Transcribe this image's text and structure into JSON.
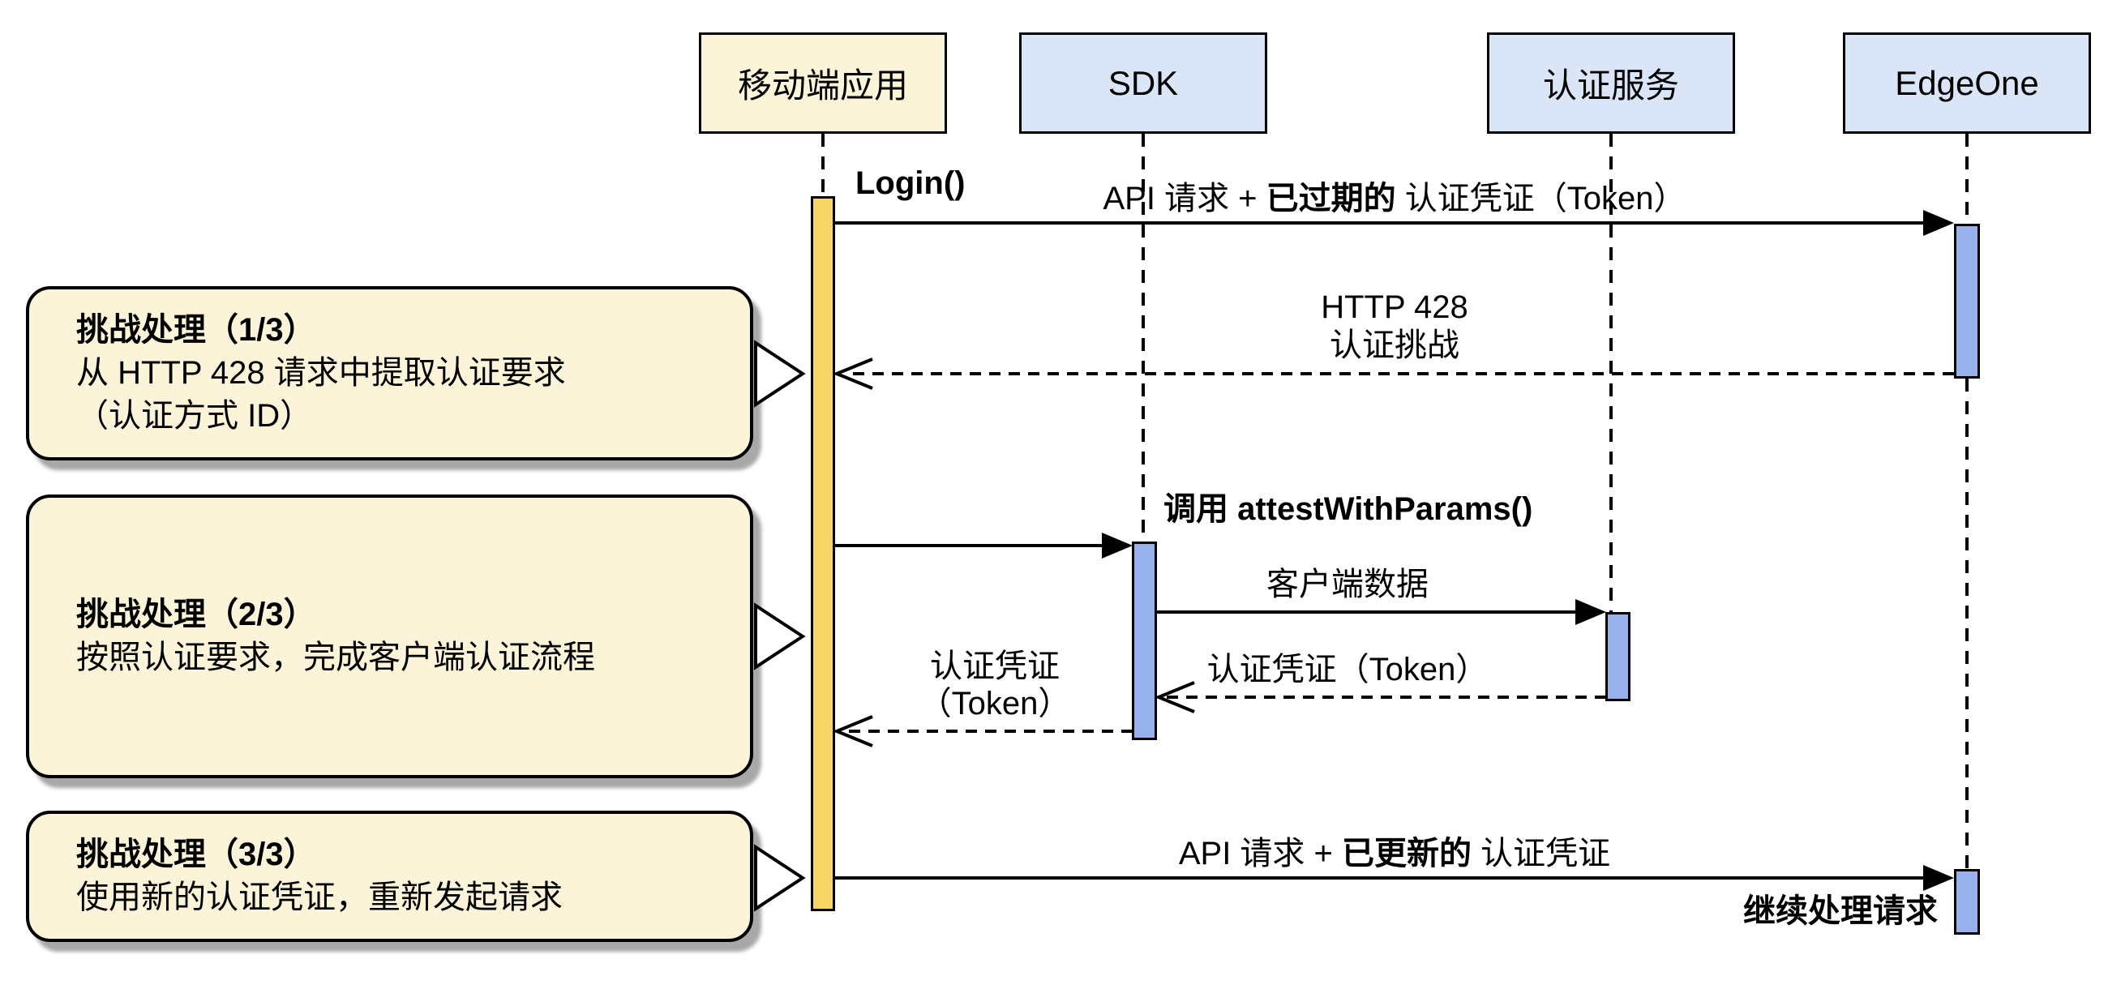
{
  "colors": {
    "cream": "#fcf4d8",
    "participant-blue": "#dbe5f8",
    "bar-blue": "#98b1ed",
    "bar-yellow": "#f6d466",
    "border-black": "#000000",
    "note-shadow": "#a8a8a8"
  },
  "participants": {
    "mobile": "移动端应用",
    "sdk": "SDK",
    "auth": "认证服务",
    "edgeone": "EdgeOne"
  },
  "messages": {
    "login": "Login()",
    "api_expired": {
      "prefix": "API 请求 + ",
      "bold": "已过期的",
      "suffix": " 认证凭证（Token）"
    },
    "http428": {
      "line1": "HTTP 428",
      "line2": "认证挑战"
    },
    "attest_call": "调用 attestWithParams()",
    "client_data": "客户端数据",
    "token_from_auth": "认证凭证（Token）",
    "token_to_app": {
      "line1": "认证凭证",
      "line2": "（Token）"
    },
    "api_renewed": {
      "prefix": "API 请求 + ",
      "bold": "已更新的",
      "suffix": " 认证凭证"
    },
    "continue": "继续处理请求"
  },
  "notes": [
    {
      "title": "挑战处理（1/3）",
      "lines": [
        "从 HTTP 428 请求中提取认证要求",
        "（认证方式 ID）"
      ]
    },
    {
      "title": "挑战处理（2/3）",
      "lines": [
        "按照认证要求，完成客户端认证流程"
      ]
    },
    {
      "title": "挑战处理（3/3）",
      "lines": [
        "使用新的认证凭证，重新发起请求"
      ]
    }
  ]
}
